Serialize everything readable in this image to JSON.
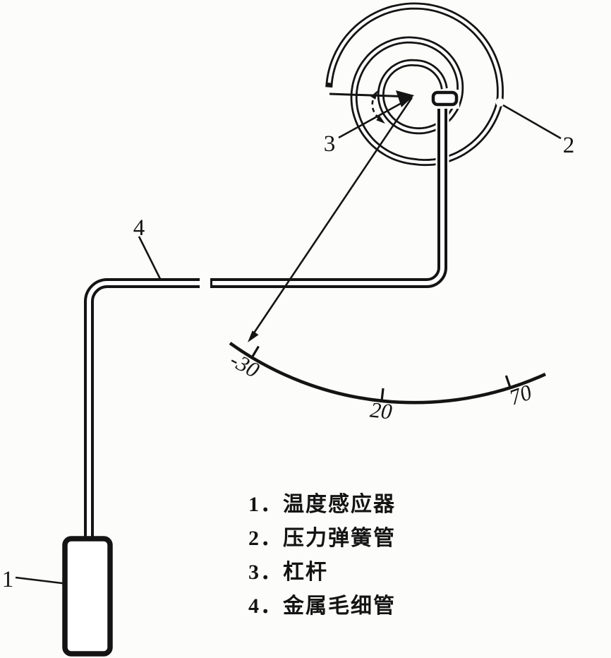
{
  "figure": {
    "callouts": {
      "label_1": "1",
      "label_2": "2",
      "label_3": "3",
      "label_4": "4"
    },
    "scale_labels": {
      "low": "-30",
      "mid": "20",
      "high": "70"
    },
    "legend_items": [
      "1．温度感应器",
      "2．压力弹簧管",
      "3．杠杆",
      "4．金属毛细管"
    ],
    "colors": {
      "ink": "#141414",
      "paper": "#fcfcfa"
    }
  }
}
